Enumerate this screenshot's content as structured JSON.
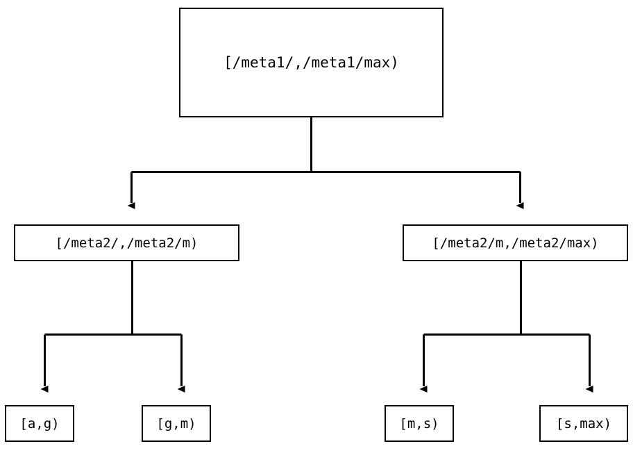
{
  "diagram": {
    "type": "tree",
    "title": "",
    "background_color": "#ffffff",
    "line_color": "#000000",
    "text_color": "#000000",
    "nodes": {
      "root": {
        "label": "[/meta1/,/meta1/max)",
        "level": 0
      },
      "level2_left": {
        "label": "[/meta2/,/meta2/m)",
        "level": 1
      },
      "level2_right": {
        "label": "[/meta2/m,/meta2/max)",
        "level": 1
      },
      "leaf_1": {
        "label": "[a,g)",
        "level": 2
      },
      "leaf_2": {
        "label": "[g,m)",
        "level": 2
      },
      "leaf_3": {
        "label": "[m,s)",
        "level": 2
      },
      "leaf_4": {
        "label": "[s,max)",
        "level": 2
      }
    },
    "edges": [
      {
        "from": "root",
        "to": "level2_left",
        "arrow": "down"
      },
      {
        "from": "root",
        "to": "level2_right",
        "arrow": "down"
      },
      {
        "from": "level2_left",
        "to": "leaf_1",
        "arrow": "down"
      },
      {
        "from": "level2_left",
        "to": "leaf_2",
        "arrow": "down"
      },
      {
        "from": "level2_right",
        "to": "leaf_3",
        "arrow": "down"
      },
      {
        "from": "level2_right",
        "to": "leaf_4",
        "arrow": "down"
      }
    ]
  }
}
